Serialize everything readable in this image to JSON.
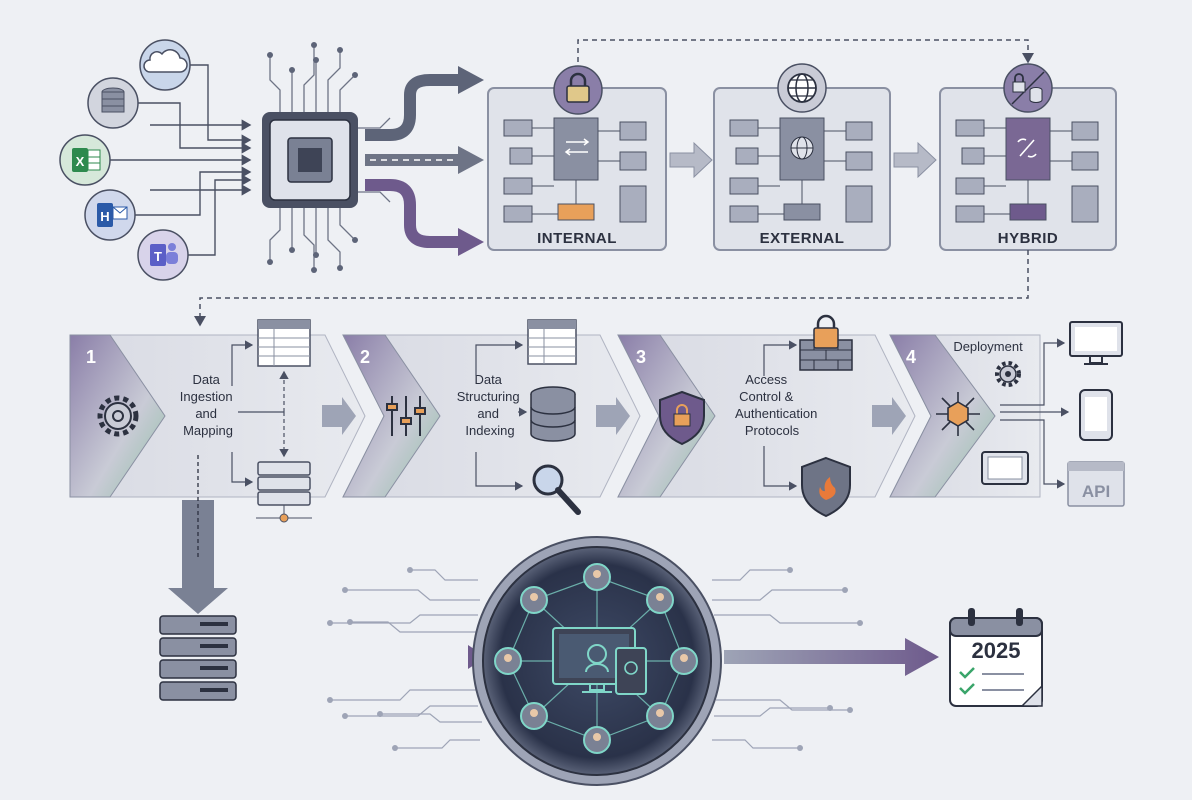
{
  "architectures": [
    {
      "label": "INTERNAL",
      "badge_icon": "lock-icon"
    },
    {
      "label": "EXTERNAL",
      "badge_icon": "globe-icon"
    },
    {
      "label": "HYBRID",
      "badge_icon": "lock-database-icon"
    }
  ],
  "sources": [
    "cloud-icon",
    "database-icon",
    "excel-icon",
    "exchange-icon",
    "teams-icon"
  ],
  "steps": [
    {
      "number": "1",
      "label_lines": [
        "Data",
        "Ingestion",
        "and",
        "Mapping"
      ]
    },
    {
      "number": "2",
      "label_lines": [
        "Data",
        "Structuring",
        "and",
        "Indexing"
      ]
    },
    {
      "number": "3",
      "label_lines": [
        "Access",
        "Control &",
        "Authentication",
        "Protocols"
      ]
    },
    {
      "number": "4",
      "label_lines": [
        "Deployment"
      ]
    }
  ],
  "outputs": {
    "api_label": "API"
  },
  "calendar": {
    "year": "2025"
  },
  "colors": {
    "background": "#eef0f4",
    "slate": "#5d6478",
    "purple": "#6e5a8c",
    "panel": "#e2e5ec",
    "orange": "#e8a05a",
    "teal": "#7fd6c8"
  }
}
